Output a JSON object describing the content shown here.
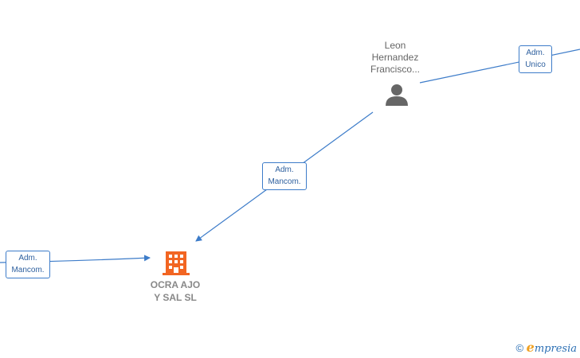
{
  "people": [
    {
      "id": "leon",
      "label": "Leon\nHernandez\nFrancisco..."
    }
  ],
  "companies": [
    {
      "id": "ocra",
      "label": "OCRA AJO\nY SAL  SL"
    }
  ],
  "relations": [
    {
      "id": "rel-left",
      "label": "Adm.\nMancom."
    },
    {
      "id": "rel-center",
      "label": "Adm.\nMancom."
    },
    {
      "id": "rel-right",
      "label": "Adm.\nUnico"
    }
  ],
  "watermark": {
    "symbol": "©",
    "brand_initial": "e",
    "brand_rest": "mpresia"
  },
  "colors": {
    "edge": "#3d7cc9",
    "company_icon": "#f26522",
    "person_icon": "#666666"
  }
}
